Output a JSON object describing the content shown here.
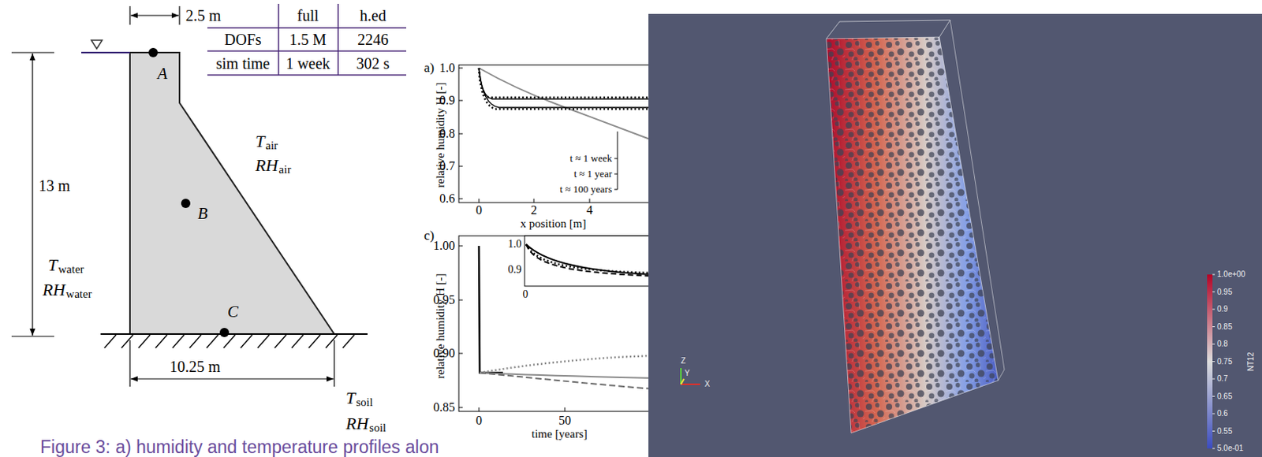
{
  "diagram": {
    "caption": "Figure 3: a) humidity and temperature profiles alon",
    "labels": [
      "2.5 m",
      "A",
      "13 m",
      "T",
      "air",
      "RH",
      "air",
      "B",
      "T",
      "water",
      "RH",
      "water",
      "C",
      "10.25 m",
      "T",
      "soil",
      "RH",
      "soil",
      "full",
      "h.ed",
      "DOFs",
      "1.5 M",
      "2246",
      "sim time",
      "1 week",
      "302 s",
      "a)",
      "1.0",
      "0.9",
      "0.8",
      "0.7",
      "0.6",
      "relative humidity H [-]",
      "t ≈ 1 week",
      "t ≈ 1 year",
      "t ≈ 100 years",
      "0",
      "2",
      "4",
      "x position [m]",
      "c)",
      "1.00",
      "1.0",
      "0.9",
      "0",
      "0.95",
      "0.90",
      "0.85",
      "relative humidity H [-]",
      "0",
      "50",
      "time [years]",
      "Z",
      "Y",
      "X",
      "1.0e+00",
      "0.95",
      "0.9",
      "0.85",
      "0.8",
      "0.75",
      "0.7",
      "0.65",
      "0.6",
      "0.55",
      "5.0e-01",
      "NT12"
    ]
  }
}
